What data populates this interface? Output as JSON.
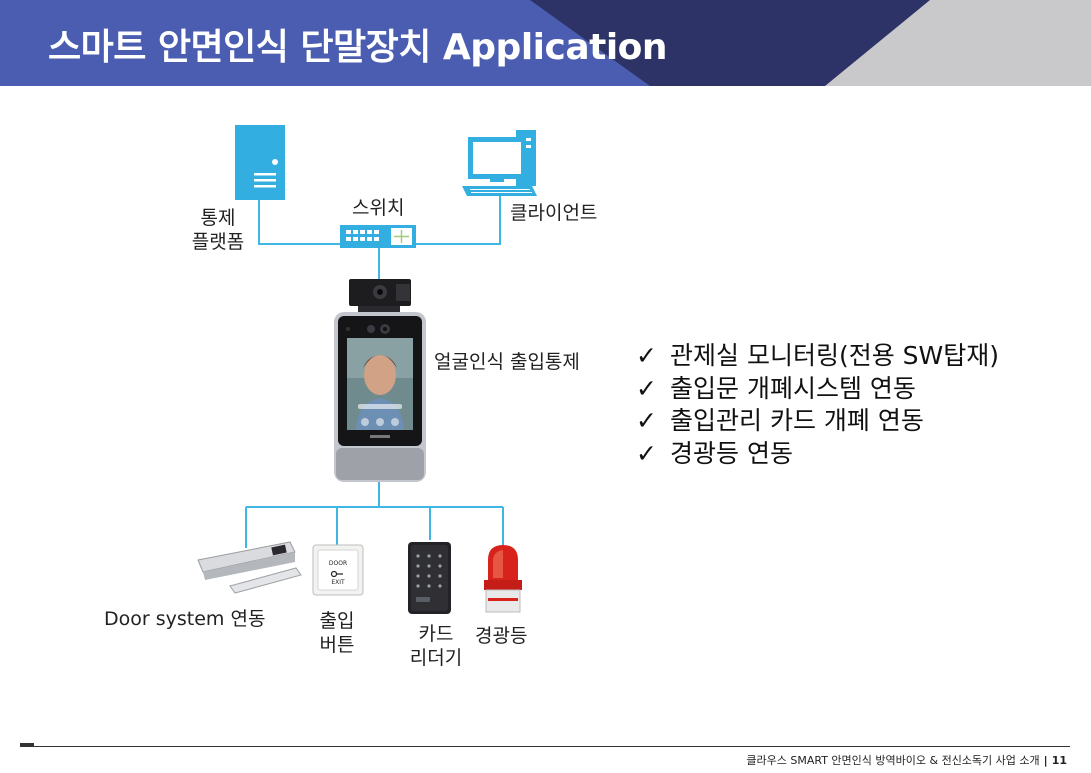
{
  "header": {
    "title": "스마트 안면인식 단말장치 Application"
  },
  "diagram": {
    "server_label_line1": "통제",
    "server_label_line2": "플랫폼",
    "switch_label": "스위치",
    "client_label": "클라이언트",
    "terminal_label": "얼굴인식 출입통제",
    "door_label": "Door system 연동",
    "button_label_line1": "출입",
    "button_label_line2": "버튼",
    "card_label_line1": "카드",
    "card_label_line2": "리더기",
    "beacon_label": "경광등",
    "exit_button_text1": "DOOR",
    "exit_button_text2": "EXIT"
  },
  "features": [
    "관제실 모니터링(전용 SW탑재)",
    "출입문 개폐시스템 연동",
    "출입관리 카드 개폐 연동",
    "경광등 연동"
  ],
  "check_symbol": "✓",
  "footer": {
    "text": "클라우스 SMART 안면인식 방역바이오 & 전신소독기 사업 소개",
    "separator": "|",
    "page": "11"
  },
  "colors": {
    "header_blue": "#4a5db0",
    "header_navy": "#2d3366",
    "header_gray": "#c9c9cb",
    "line_cyan": "#3fb6e3",
    "device_cyan": "#33aee0"
  }
}
